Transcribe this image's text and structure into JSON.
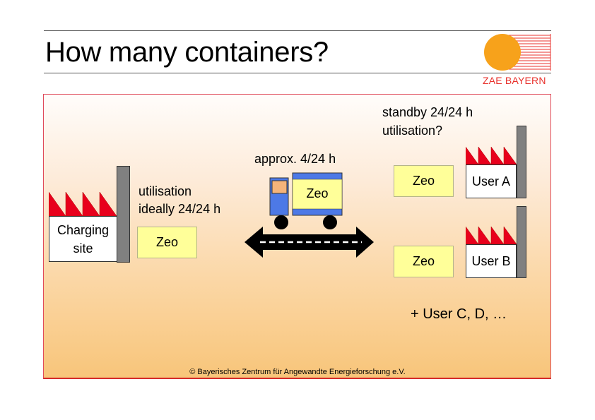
{
  "header": {
    "title": "How many containers?",
    "logo_text": "ZAE BAYERN",
    "logo_colors": {
      "sun": "#f7a21b",
      "rays": "#e8322d"
    }
  },
  "diagram": {
    "charging_site": {
      "label_line1": "Charging",
      "label_line2": "site"
    },
    "charging_utilisation": {
      "line1": "utilisation",
      "line2": "ideally 24/24 h"
    },
    "charging_container": "Zeo",
    "truck": {
      "duration": "approx. 4/24 h",
      "container": "Zeo"
    },
    "users_note": {
      "line1": "standby 24/24 h",
      "line2": "utilisation?"
    },
    "user_a": {
      "label": "User A",
      "container": "Zeo"
    },
    "user_b": {
      "label": "User B",
      "container": "Zeo"
    },
    "more_users": "+ User C, D, …",
    "colors": {
      "roof": "#e8001c",
      "container": "#ffff99",
      "truck": "#4d79e6",
      "window": "#f5b47a",
      "wall": "#808080"
    }
  },
  "footer": {
    "copyright": "© Bayerisches Zentrum für Angewandte Energieforschung e.V."
  }
}
